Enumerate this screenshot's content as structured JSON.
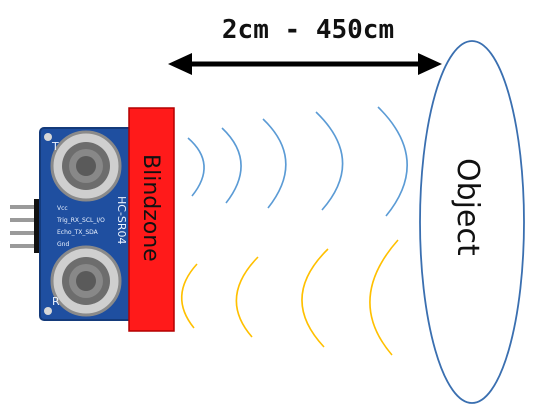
{
  "range_label": "2cm - 450cm",
  "blindzone_label": "Blindzone",
  "object_label": "Object",
  "sensor": {
    "model": "HC-SR04",
    "pins": [
      "Vcc",
      "Trig_RX_SCL_I/O",
      "Echo_TX_SDA",
      "Gnd"
    ],
    "transducer_left": "T",
    "transducer_right": "R"
  },
  "colors": {
    "arrow": "#000000",
    "blindzone_fill": "#ff1a1a",
    "blindzone_stroke": "#b30000",
    "sensor_board": "#1f4fa0",
    "emitted_wave": "#5b9bd5",
    "echo_wave": "#ffc000",
    "object_stroke": "#3a6fb0"
  },
  "icons": {
    "range_arrow": "double-headed-arrow",
    "sensor": "ultrasonic-sensor-board"
  }
}
